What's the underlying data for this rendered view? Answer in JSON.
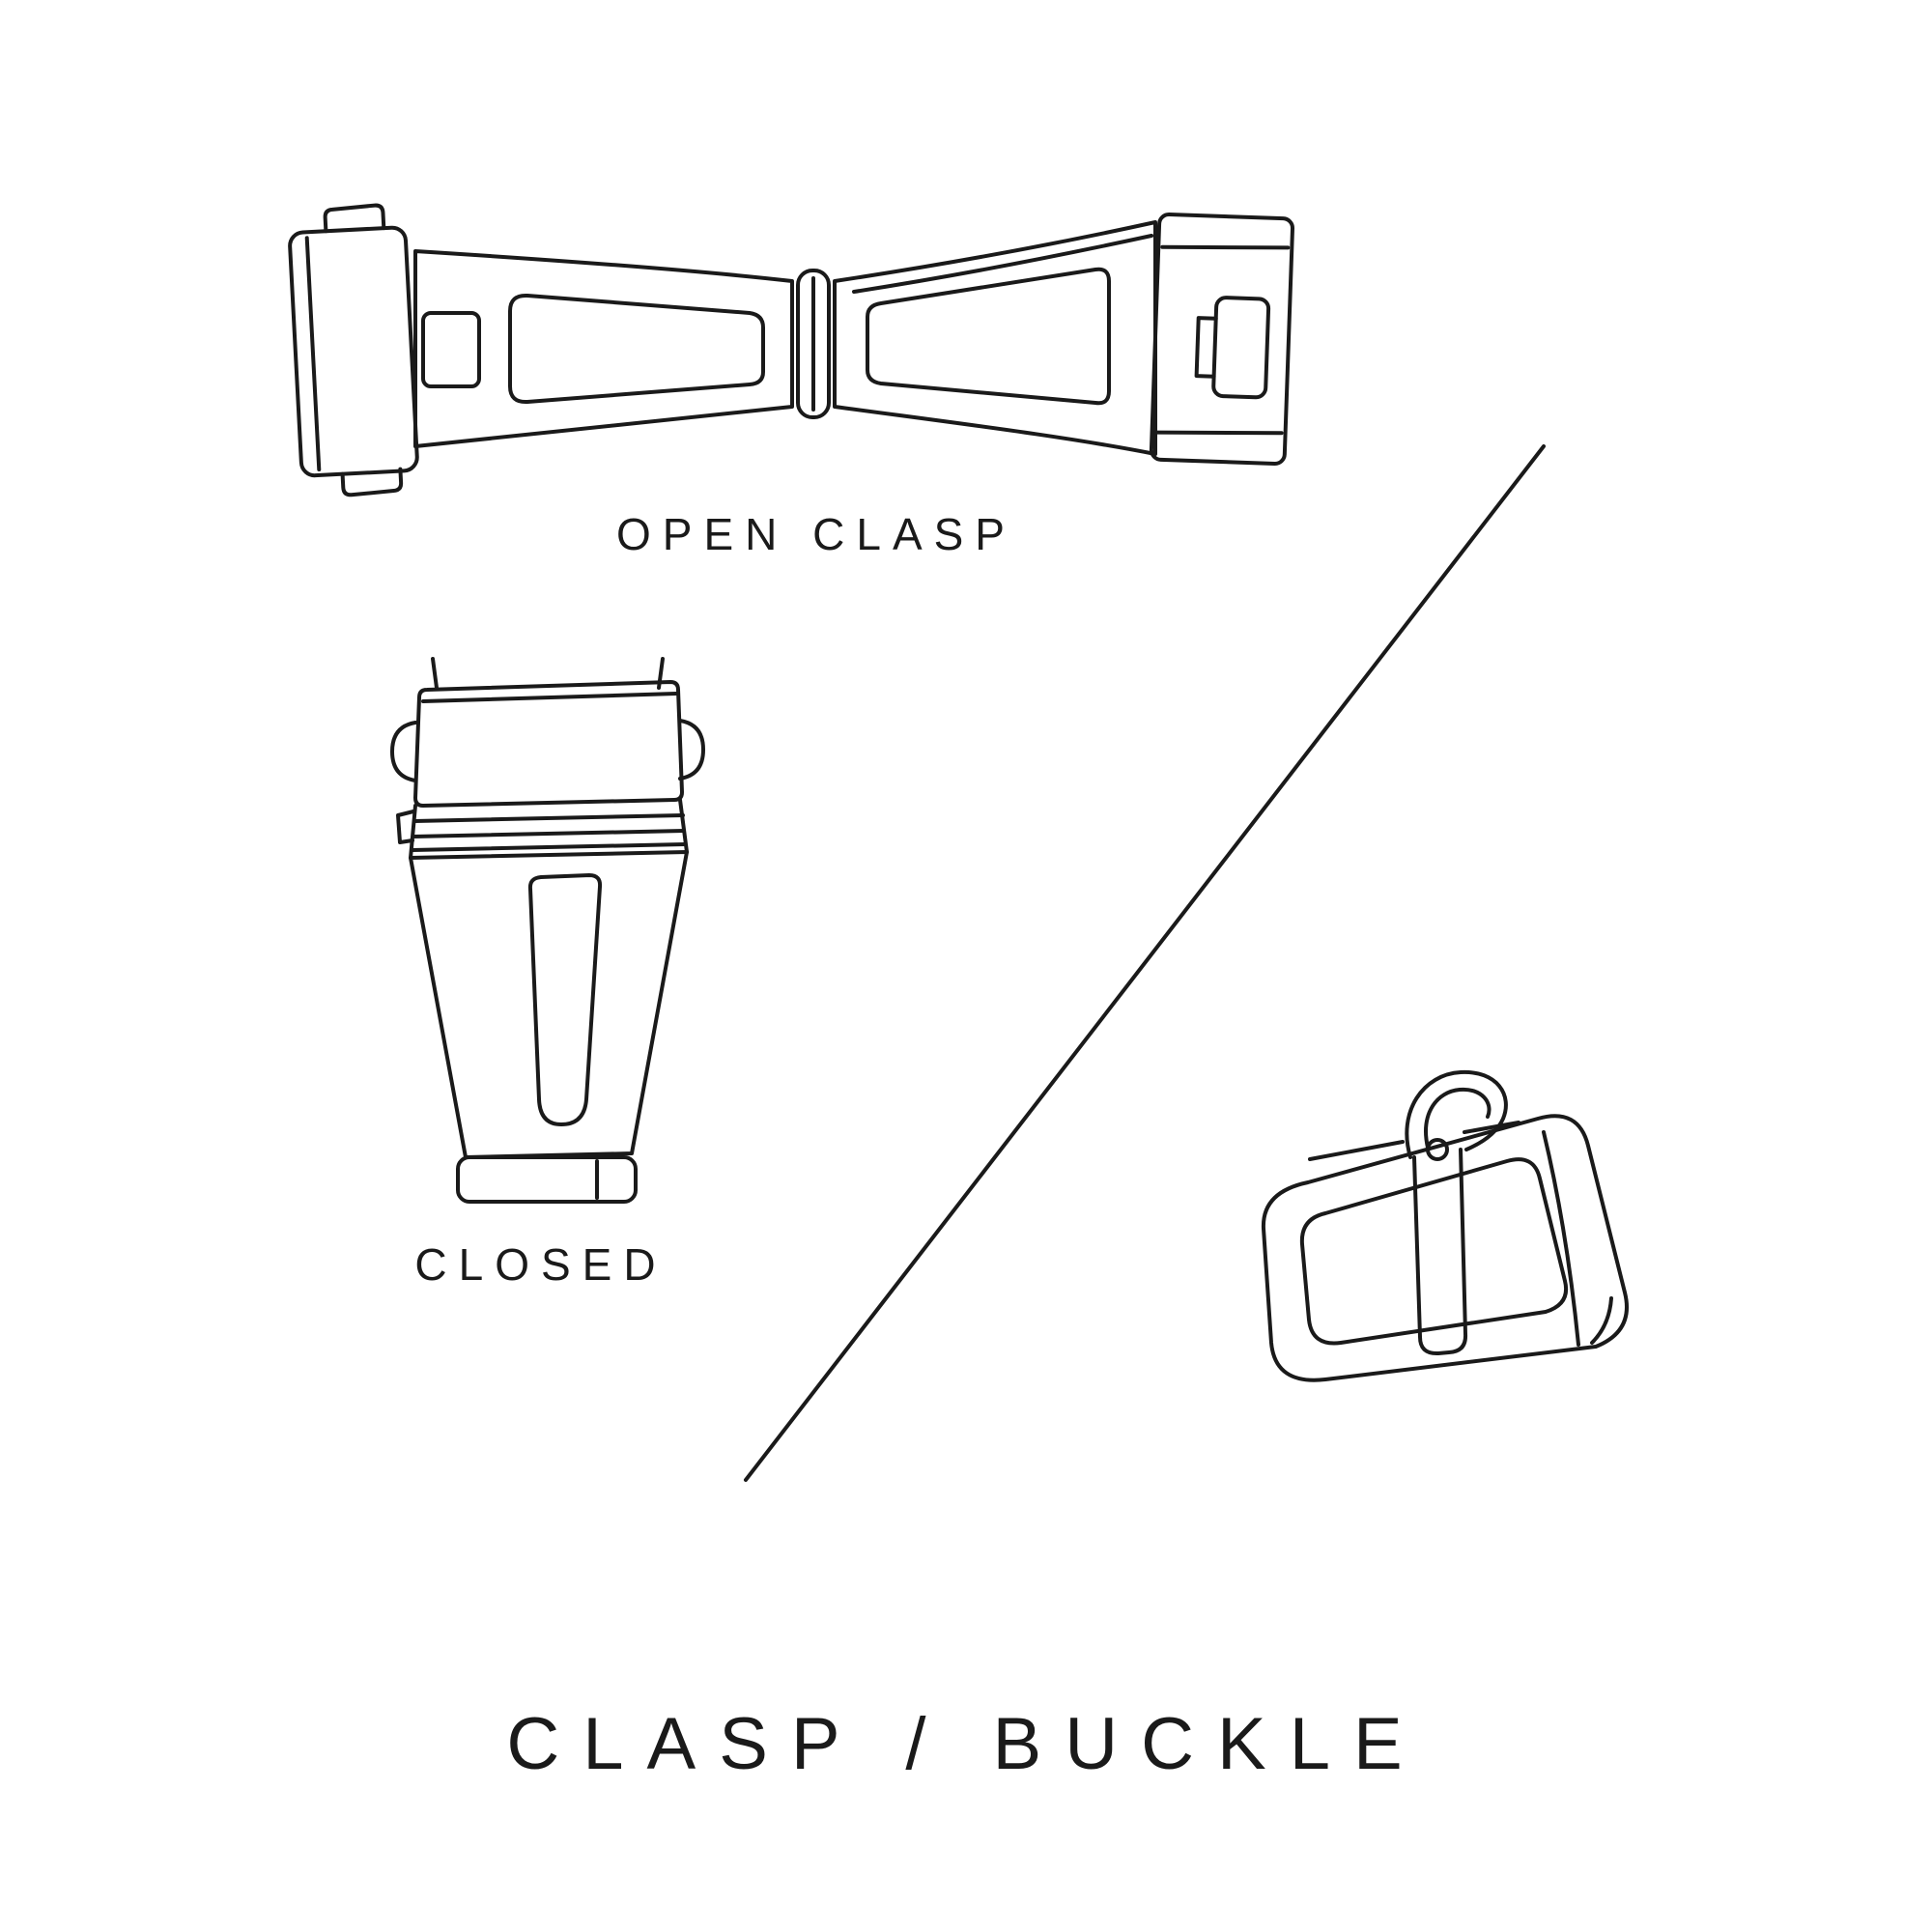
{
  "title": "CLASP / BUCKLE",
  "labels": {
    "open_clasp": "OPEN CLASP",
    "closed": "CLOSED"
  },
  "colors": {
    "line": "#1a1a1a",
    "background": "#ffffff"
  },
  "illustrations": {
    "open_clasp": "open-deployant-clasp-line-drawing",
    "closed_clasp": "closed-deployant-clasp-line-drawing",
    "buckle": "tang-buckle-line-drawing",
    "divider": "diagonal-divider-line"
  }
}
